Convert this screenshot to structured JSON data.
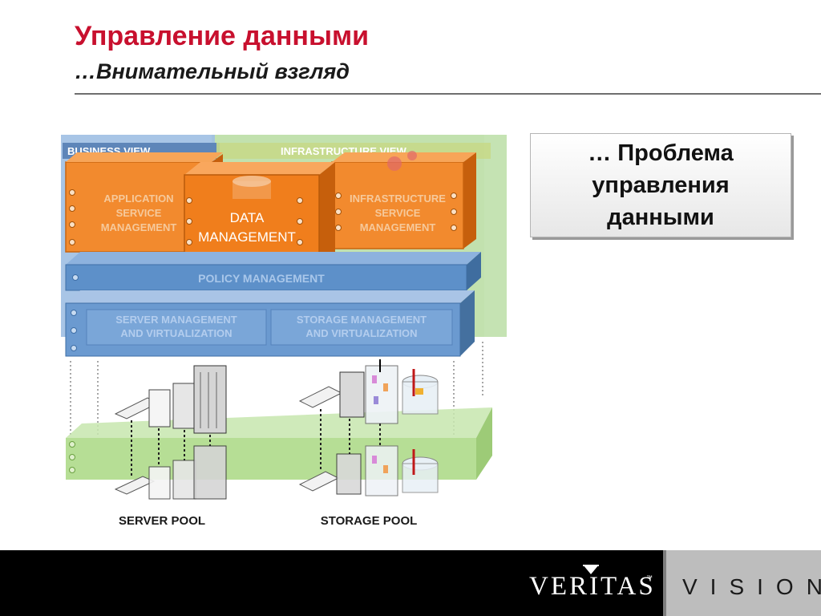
{
  "slide": {
    "title": "Управление данными",
    "subtitle": "…Внимательный взгляд",
    "callout": "… Проблема\nуправления\nданными"
  },
  "diagram": {
    "business_view": "BUSINESS VIEW",
    "infrastructure_view": "INFRASTRUCTURE VIEW",
    "app_service_mgmt": [
      "APPLICATION",
      "SERVICE",
      "MANAGEMENT"
    ],
    "data_mgmt": [
      "DATA",
      "MANAGEMENT"
    ],
    "infra_service_mgmt": [
      "INFRASTRUCTURE",
      "SERVICE",
      "MANAGEMENT"
    ],
    "policy_mgmt": "POLICY MANAGEMENT",
    "server_mgmt": [
      "SERVER MANAGEMENT",
      "AND VIRTUALIZATION"
    ],
    "storage_mgmt": [
      "STORAGE MANAGEMENT",
      "AND VIRTUALIZATION"
    ],
    "server_pool": "SERVER POOL",
    "storage_pool": "STORAGE POOL",
    "colors": {
      "business": "#8fb3de",
      "infrastructure": "#a9d18e",
      "orange": "#f07e1c",
      "policy": "#5b8fc9",
      "pool_green": "#9ccf6a"
    }
  },
  "footer": {
    "brand": "VERITAS",
    "trademark": "™",
    "vision": "VISION"
  }
}
